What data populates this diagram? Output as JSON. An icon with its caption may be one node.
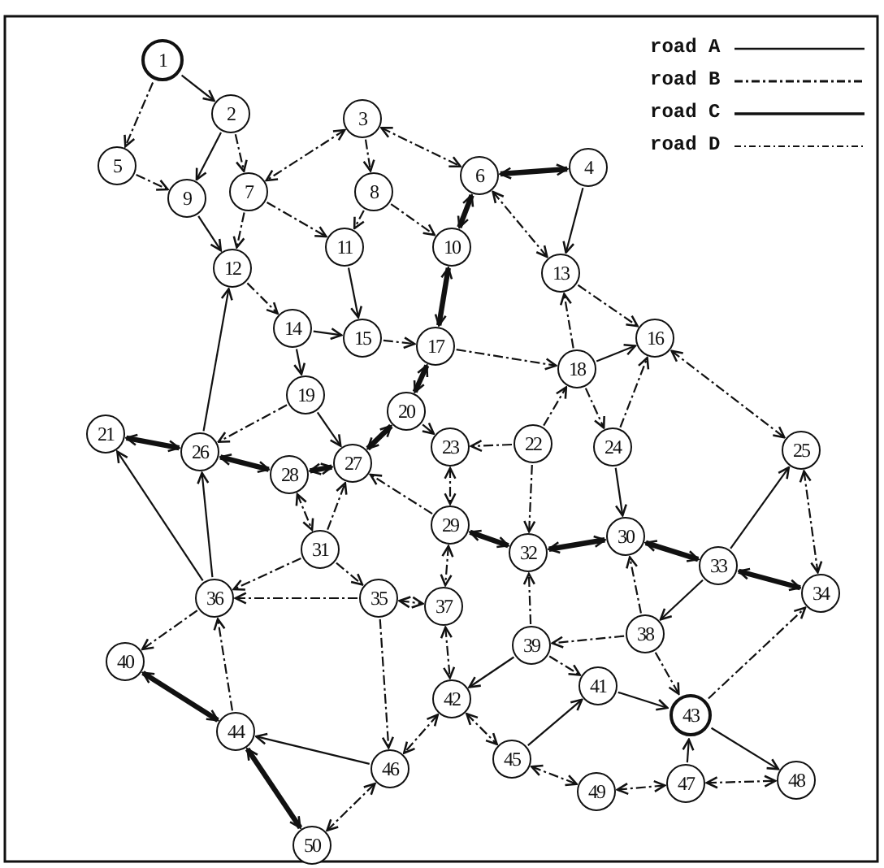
{
  "diagram": {
    "nodes": [
      {
        "text": [
          "1"
        ]
      },
      {
        "text": [
          "2"
        ]
      },
      {
        "text": [
          "3"
        ]
      },
      {
        "text": [
          "4"
        ]
      },
      {
        "text": [
          "5"
        ]
      },
      {
        "text": [
          "6"
        ]
      },
      {
        "text": [
          "7"
        ]
      },
      {
        "text": [
          "8"
        ]
      },
      {
        "text": [
          "9"
        ]
      },
      {
        "text": [
          "10"
        ]
      },
      {
        "text": [
          "11"
        ]
      },
      {
        "text": [
          "12"
        ]
      },
      {
        "text": [
          "13"
        ]
      },
      {
        "text": [
          "14"
        ]
      },
      {
        "text": [
          "15"
        ]
      },
      {
        "text": [
          "16"
        ]
      },
      {
        "text": [
          "17"
        ]
      },
      {
        "text": [
          "18"
        ]
      },
      {
        "text": [
          "19"
        ]
      },
      {
        "text": [
          "20"
        ]
      },
      {
        "text": [
          "21"
        ]
      },
      {
        "text": [
          "22"
        ]
      },
      {
        "text": [
          "23"
        ]
      },
      {
        "text": [
          "24"
        ]
      },
      {
        "text": [
          "25"
        ]
      },
      {
        "text": [
          "26"
        ]
      },
      {
        "text": [
          "27"
        ]
      },
      {
        "text": [
          "28"
        ]
      },
      {
        "text": [
          "29"
        ]
      },
      {
        "text": [
          "30"
        ]
      },
      {
        "text": [
          "31"
        ]
      },
      {
        "text": [
          "32"
        ]
      },
      {
        "text": [
          "33"
        ]
      },
      {
        "text": [
          "34"
        ]
      },
      {
        "text": [
          "35"
        ]
      },
      {
        "text": [
          "36"
        ]
      },
      {
        "text": [
          "37"
        ]
      },
      {
        "text": [
          "38"
        ]
      },
      {
        "text": [
          "39"
        ]
      },
      {
        "text": [
          "40"
        ]
      },
      {
        "text": [
          "41"
        ]
      },
      {
        "text": [
          "42"
        ]
      },
      {
        "text": [
          "43"
        ]
      },
      {
        "text": [
          "44"
        ]
      },
      {
        "text": [
          "45"
        ]
      },
      {
        "text": [
          "46"
        ]
      },
      {
        "text": [
          "47"
        ]
      },
      {
        "text": [
          "48"
        ]
      },
      {
        "text": [
          "49"
        ]
      },
      {
        "text": [
          "50"
        ]
      }
    ],
    "edges": [
      {
        "from": 0,
        "to": 1,
        "arrow": "to"
      },
      {
        "from": 0,
        "to": 4,
        "arrow": "to",
        "style": "dashed"
      },
      {
        "from": 1,
        "to": 8,
        "arrow": "to"
      },
      {
        "from": 1,
        "to": 6,
        "arrow": "to",
        "style": "dashed"
      },
      {
        "from": 4,
        "to": 8,
        "arrow": "to",
        "style": "dashed"
      },
      {
        "from": 2,
        "to": 6,
        "arrow": "both",
        "style": "dashed"
      },
      {
        "from": 2,
        "to": 7,
        "arrow": "to",
        "style": "dashed"
      },
      {
        "from": 2,
        "to": 5,
        "arrow": "both",
        "style": "dashed"
      },
      {
        "from": 5,
        "to": 3,
        "arrow": "both",
        "style": "thick"
      },
      {
        "from": 5,
        "to": 9,
        "arrow": "both",
        "style": "thick"
      },
      {
        "from": 5,
        "to": 12,
        "arrow": "both",
        "style": "dashed"
      },
      {
        "from": 3,
        "to": 12,
        "arrow": "to"
      },
      {
        "from": 6,
        "to": 10,
        "arrow": "to",
        "style": "dashed"
      },
      {
        "from": 7,
        "to": 9,
        "arrow": "to",
        "style": "dashed"
      },
      {
        "from": 7,
        "to": 10,
        "arrow": "to",
        "style": "dashed"
      },
      {
        "from": 6,
        "to": 11,
        "arrow": "to",
        "style": "dashed"
      },
      {
        "from": 8,
        "to": 11,
        "arrow": "to"
      },
      {
        "from": 10,
        "to": 14,
        "arrow": "to"
      },
      {
        "from": 9,
        "to": 16,
        "arrow": "both",
        "style": "thick"
      },
      {
        "from": 11,
        "to": 13,
        "arrow": "to",
        "style": "dashed"
      },
      {
        "from": 13,
        "to": 14,
        "arrow": "to"
      },
      {
        "from": 13,
        "to": 18,
        "arrow": "to"
      },
      {
        "from": 14,
        "to": 16,
        "arrow": "to",
        "style": "dashed"
      },
      {
        "from": 16,
        "to": 17,
        "arrow": "to",
        "style": "dashed"
      },
      {
        "from": 16,
        "to": 19,
        "arrow": "both",
        "style": "thick"
      },
      {
        "from": 12,
        "to": 15,
        "arrow": "to",
        "style": "dashed"
      },
      {
        "from": 17,
        "to": 12,
        "arrow": "to",
        "style": "dashed"
      },
      {
        "from": 17,
        "to": 15,
        "arrow": "to"
      },
      {
        "from": 17,
        "to": 23,
        "arrow": "to",
        "style": "dashed"
      },
      {
        "from": 23,
        "to": 15,
        "arrow": "to",
        "style": "dashed"
      },
      {
        "from": 15,
        "to": 24,
        "arrow": "both",
        "style": "dashed"
      },
      {
        "from": 21,
        "to": 17,
        "arrow": "to",
        "style": "dashed"
      },
      {
        "from": 21,
        "to": 22,
        "arrow": "to",
        "style": "dashed"
      },
      {
        "from": 21,
        "to": 31,
        "arrow": "to",
        "style": "dashed"
      },
      {
        "from": 23,
        "to": 29,
        "arrow": "to"
      },
      {
        "from": 19,
        "to": 22,
        "arrow": "to"
      },
      {
        "from": 19,
        "to": 26,
        "arrow": "both",
        "style": "thick"
      },
      {
        "from": 18,
        "to": 25,
        "arrow": "to",
        "style": "dashed"
      },
      {
        "from": 18,
        "to": 26,
        "arrow": "to"
      },
      {
        "from": 20,
        "to": 25,
        "arrow": "both",
        "style": "thick"
      },
      {
        "from": 25,
        "to": 11,
        "arrow": "to"
      },
      {
        "from": 25,
        "to": 27,
        "arrow": "both",
        "style": "thick"
      },
      {
        "from": 27,
        "to": 26,
        "arrow": "both",
        "style": "thick"
      },
      {
        "from": 28,
        "to": 26,
        "arrow": "to",
        "style": "dashed"
      },
      {
        "from": 22,
        "to": 28,
        "arrow": "both",
        "style": "dashed"
      },
      {
        "from": 27,
        "to": 30,
        "arrow": "both",
        "style": "dashed"
      },
      {
        "from": 30,
        "to": 26,
        "arrow": "to",
        "style": "dashed"
      },
      {
        "from": 28,
        "to": 31,
        "arrow": "both",
        "style": "thick"
      },
      {
        "from": 31,
        "to": 29,
        "arrow": "both",
        "style": "thick"
      },
      {
        "from": 29,
        "to": 32,
        "arrow": "both",
        "style": "thick"
      },
      {
        "from": 32,
        "to": 24,
        "arrow": "to"
      },
      {
        "from": 24,
        "to": 33,
        "arrow": "both",
        "style": "dashed"
      },
      {
        "from": 32,
        "to": 33,
        "arrow": "both",
        "style": "thick"
      },
      {
        "from": 35,
        "to": 20,
        "arrow": "to"
      },
      {
        "from": 35,
        "to": 25,
        "arrow": "to"
      },
      {
        "from": 30,
        "to": 35,
        "arrow": "to",
        "style": "dashed"
      },
      {
        "from": 34,
        "to": 35,
        "arrow": "to",
        "style": "dashed"
      },
      {
        "from": 30,
        "to": 34,
        "arrow": "to",
        "style": "dashed"
      },
      {
        "from": 34,
        "to": 36,
        "arrow": "both",
        "style": "dashed"
      },
      {
        "from": 28,
        "to": 36,
        "arrow": "both",
        "style": "dashed"
      },
      {
        "from": 36,
        "to": 41,
        "arrow": "both",
        "style": "dashed"
      },
      {
        "from": 35,
        "to": 39,
        "arrow": "to",
        "style": "dashed"
      },
      {
        "from": 39,
        "to": 43,
        "arrow": "both",
        "style": "thick"
      },
      {
        "from": 43,
        "to": 35,
        "arrow": "to",
        "style": "dashed"
      },
      {
        "from": 34,
        "to": 45,
        "arrow": "to",
        "style": "dashed"
      },
      {
        "from": 45,
        "to": 43,
        "arrow": "to"
      },
      {
        "from": 43,
        "to": 49,
        "arrow": "both",
        "style": "thick"
      },
      {
        "from": 49,
        "to": 45,
        "arrow": "both",
        "style": "dashed"
      },
      {
        "from": 41,
        "to": 45,
        "arrow": "both",
        "style": "dashed"
      },
      {
        "from": 38,
        "to": 31,
        "arrow": "to",
        "style": "dashed"
      },
      {
        "from": 37,
        "to": 29,
        "arrow": "to",
        "style": "dashed"
      },
      {
        "from": 32,
        "to": 37,
        "arrow": "to"
      },
      {
        "from": 37,
        "to": 38,
        "arrow": "to",
        "style": "dashed"
      },
      {
        "from": 38,
        "to": 41,
        "arrow": "to"
      },
      {
        "from": 38,
        "to": 40,
        "arrow": "to",
        "style": "dashed"
      },
      {
        "from": 44,
        "to": 40,
        "arrow": "to"
      },
      {
        "from": 41,
        "to": 44,
        "arrow": "both",
        "style": "dashed"
      },
      {
        "from": 40,
        "to": 42,
        "arrow": "to"
      },
      {
        "from": 37,
        "to": 42,
        "arrow": "to",
        "style": "dashed"
      },
      {
        "from": 42,
        "to": 33,
        "arrow": "to",
        "style": "dashed"
      },
      {
        "from": 46,
        "to": 42,
        "arrow": "to"
      },
      {
        "from": 42,
        "to": 47,
        "arrow": "to"
      },
      {
        "from": 44,
        "to": 48,
        "arrow": "both",
        "style": "dashed"
      },
      {
        "from": 48,
        "to": 46,
        "arrow": "both",
        "style": "dashed"
      },
      {
        "from": 46,
        "to": 47,
        "arrow": "both",
        "style": "dashed"
      }
    ],
    "legend": [
      {
        "text": "road A"
      },
      {
        "text": "road B"
      },
      {
        "text": "road C"
      },
      {
        "text": "road D"
      }
    ]
  }
}
